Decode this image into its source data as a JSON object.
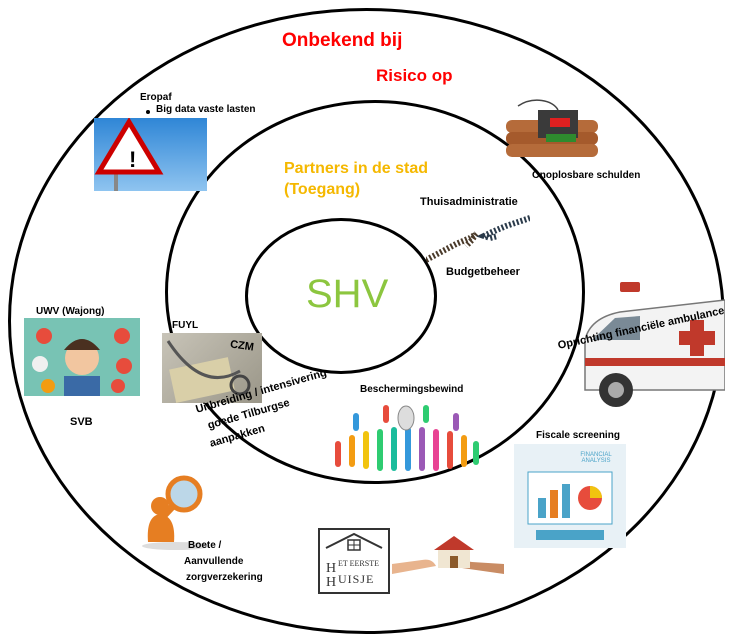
{
  "title_outer": "Onbekend bij",
  "title_risk": "Risico op",
  "partners": {
    "line1": "Partners in de stad",
    "line2": "(Toegang)"
  },
  "center": "SHV",
  "labels": {
    "eropaf": "Eropaf",
    "bigdata": "Big data vaste lasten",
    "schulden": "Onoplosbare schulden",
    "thuisadmin": "Thuisadministratie",
    "budget": "Budgetbeheer",
    "uwv": "UWV (Wajong)",
    "svb": "SVB",
    "fuyl": "FUYL",
    "czm": "CZM",
    "ambulance": "Oprichting financiële ambulance",
    "uitbreiding_1": "Uitbreiding / intensivering",
    "uitbreiding_2": "goede Tilburgse",
    "uitbreiding_3": "aanpakken",
    "bescherming": "Beschermingsbewind",
    "fiscale": "Fiscale screening",
    "fin_analysis": "FINANCIAL ANALYSIS",
    "boete_1": "Boete /",
    "boete_2": "Aanvullende",
    "boete_3": "zorgverzekering",
    "huisje_1": "ET EERSTE",
    "huisje_2": "UISJE"
  },
  "colors": {
    "red": "#ff0000",
    "orange": "#f5b800",
    "green": "#8cc63f"
  }
}
